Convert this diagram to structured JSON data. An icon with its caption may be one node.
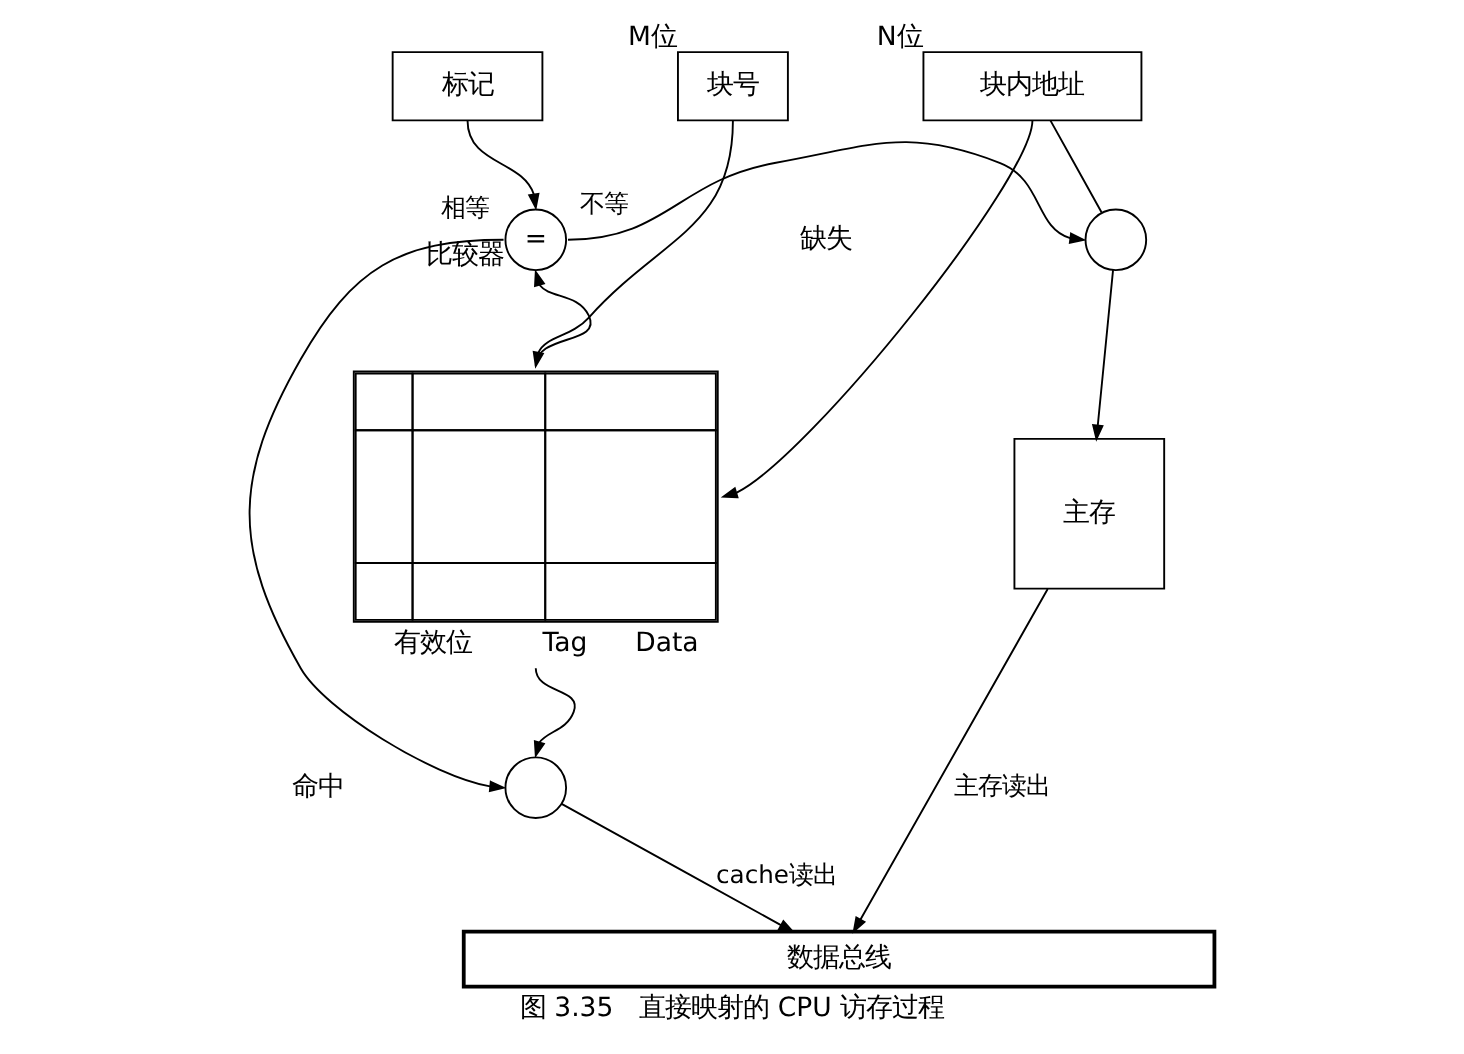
{
  "diagram": {
    "caption": "图 3.35　直接映射的 CPU 访存过程",
    "nodes": [
      {
        "text": [
          "标记"
        ]
      },
      {
        "text": [
          "块号"
        ],
        "beside": [
          "M位"
        ]
      },
      {
        "text": [
          "块内地址"
        ],
        "beside": [
          "N位"
        ]
      },
      {
        "text": [
          "="
        ],
        "beside": [
          "比较器"
        ]
      },
      {
        "text": [
          "有效位",
          "Tag",
          "Data"
        ]
      },
      {
        "text": [],
        "shape": "circle"
      },
      {
        "text": [],
        "shape": "circle"
      },
      {
        "text": [
          "主存"
        ]
      },
      {
        "text": [
          "数据总线"
        ]
      }
    ],
    "edges": [
      {
        "from": 0,
        "to": 3,
        "arrow": "to"
      },
      {
        "from": 1,
        "to": 4,
        "arrow": "to"
      },
      {
        "from": 2,
        "to": 4,
        "arrow": "to"
      },
      {
        "from": 2,
        "to": 5,
        "arrow": "none"
      },
      {
        "from": 3,
        "to": 5,
        "arrow": "to",
        "label": "不等"
      },
      {
        "from": 3,
        "to": 6,
        "arrow": "to",
        "label": "相等"
      },
      {
        "from": 4,
        "to": 3,
        "arrow": "to"
      },
      {
        "from": 4,
        "to": 6,
        "arrow": "to"
      },
      {
        "from": 5,
        "to": 7,
        "arrow": "to"
      },
      {
        "from": 6,
        "to": 8,
        "arrow": "to",
        "label": "cache读出"
      },
      {
        "from": 7,
        "to": 8,
        "arrow": "to",
        "label": "主存读出"
      }
    ],
    "labels": [
      "缺失",
      "命中"
    ]
  }
}
